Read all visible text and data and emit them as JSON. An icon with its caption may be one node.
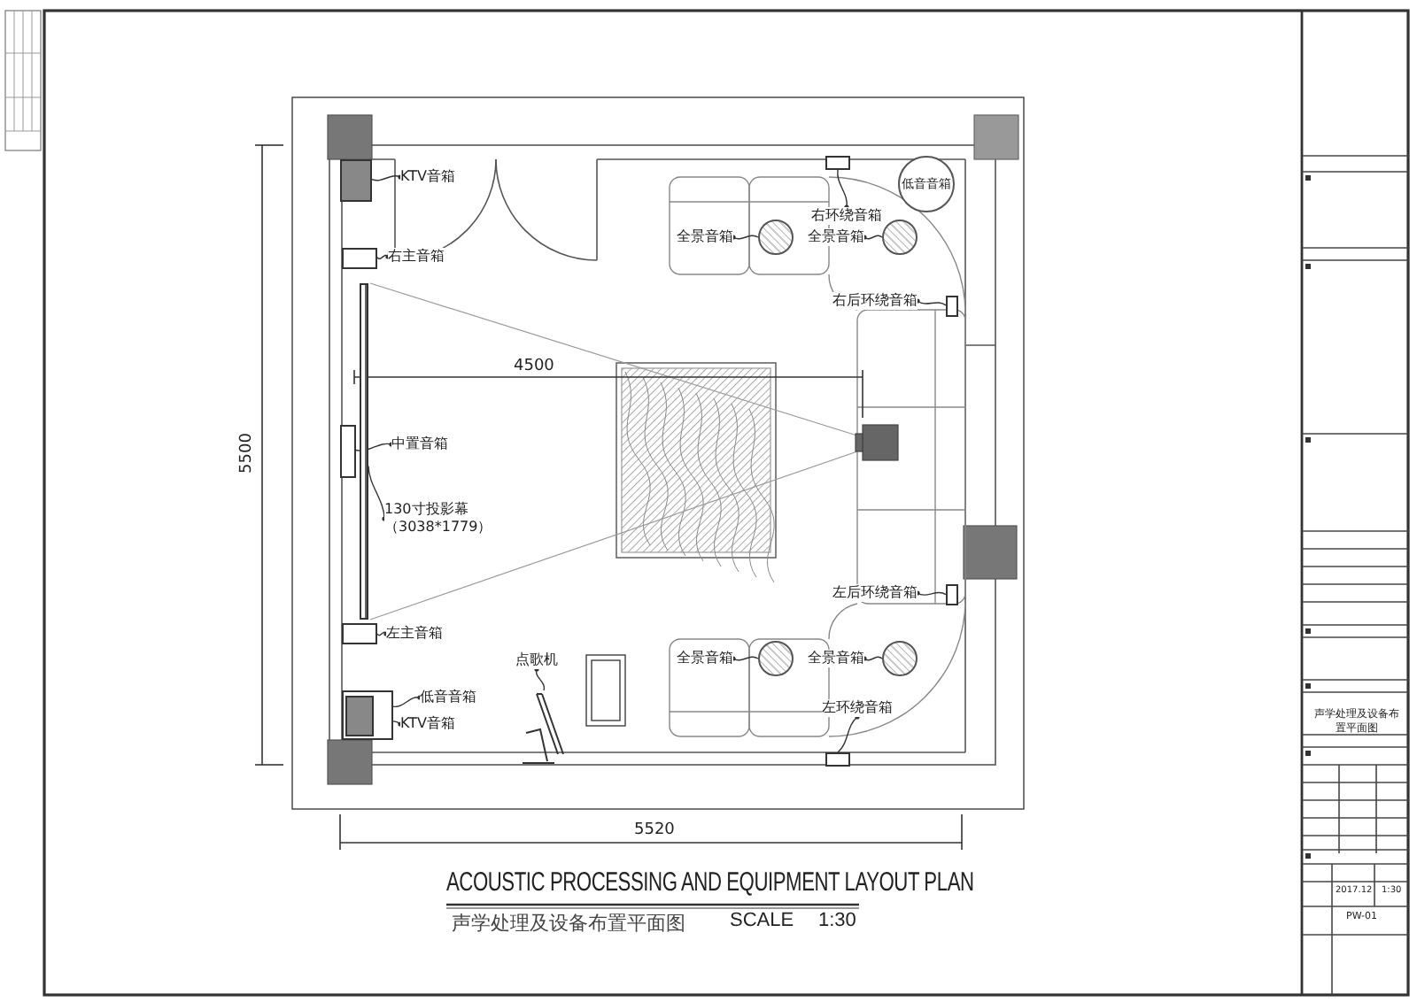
{
  "diagram": {
    "title": "ACOUSTIC PROCESSING AND EQUIPMENT LAYOUT PLAN",
    "caption": "声学处理及设备布置平面图",
    "nodes": [
      {
        "text": [
          "KTV音箱"
        ]
      },
      {
        "text": [
          "右主音箱"
        ]
      },
      {
        "text": [
          "中置音箱"
        ]
      },
      {
        "text": [
          "130寸投影幕（3038*1779）"
        ]
      },
      {
        "text": [
          "左主音箱"
        ]
      },
      {
        "text": [
          "低音音箱"
        ]
      },
      {
        "text": [
          "KTV音箱"
        ]
      },
      {
        "text": [
          "点歌机"
        ]
      },
      {
        "text": [
          "全景音箱"
        ]
      },
      {
        "text": [
          "右环绕音箱"
        ]
      },
      {
        "text": [
          "全景音箱"
        ]
      },
      {
        "text": [
          "右后环绕音箱"
        ]
      },
      {
        "text": [
          "左后环绕音箱"
        ]
      },
      {
        "text": [
          "全景音箱"
        ]
      },
      {
        "text": [
          "全景音箱"
        ]
      },
      {
        "text": [
          "左环绕音箱"
        ]
      },
      {
        "text": [
          "低音音箱"
        ]
      },
      {
        "text": [],
        "shape": "box"
      },
      {
        "text": [],
        "shape": "box"
      },
      {
        "text": [],
        "shape": "box"
      },
      {
        "text": [],
        "shape": "bar"
      },
      {
        "text": [],
        "shape": "box"
      },
      {
        "text": [],
        "shape": "box"
      },
      {
        "text": [],
        "shape": "box",
        "in": 22
      },
      {
        "text": [],
        "shape": "picture"
      },
      {
        "text": [],
        "shape": "circle"
      },
      {
        "text": [],
        "shape": "box"
      },
      {
        "text": [],
        "shape": "circle"
      },
      {
        "text": [],
        "shape": "box"
      },
      {
        "text": [],
        "shape": "box"
      },
      {
        "text": [],
        "shape": "circle"
      },
      {
        "text": [],
        "shape": "circle"
      },
      {
        "text": [],
        "shape": "box"
      }
    ],
    "edges": [
      {
        "from": 0,
        "to": 17,
        "arrow": "other"
      },
      {
        "from": 1,
        "to": 18,
        "arrow": "other"
      },
      {
        "from": 2,
        "to": 19,
        "arrow": "other"
      },
      {
        "from": 3,
        "to": 20,
        "arrow": "other"
      },
      {
        "from": 4,
        "to": 21,
        "arrow": "other"
      },
      {
        "from": 5,
        "to": 22,
        "arrow": "other"
      },
      {
        "from": 6,
        "to": 23,
        "arrow": "other"
      },
      {
        "from": 7,
        "to": 24,
        "arrow": "other"
      },
      {
        "from": 8,
        "to": 25,
        "arrow": "other"
      },
      {
        "from": 9,
        "to": 26,
        "arrow": "other"
      },
      {
        "from": 10,
        "to": 27,
        "arrow": "other"
      },
      {
        "from": 11,
        "to": 28,
        "arrow": "other"
      },
      {
        "from": 12,
        "to": 29,
        "arrow": "other"
      },
      {
        "from": 13,
        "to": 30,
        "arrow": "other"
      },
      {
        "from": 14,
        "to": 31,
        "arrow": "other"
      },
      {
        "from": 15,
        "to": 32,
        "arrow": "other"
      }
    ],
    "labels": [
      "4500",
      "5500",
      "5520",
      "SCALE",
      "1:30",
      "声学处理及设备布置平面图",
      "2017.12",
      "1:30",
      "PW-01"
    ]
  }
}
